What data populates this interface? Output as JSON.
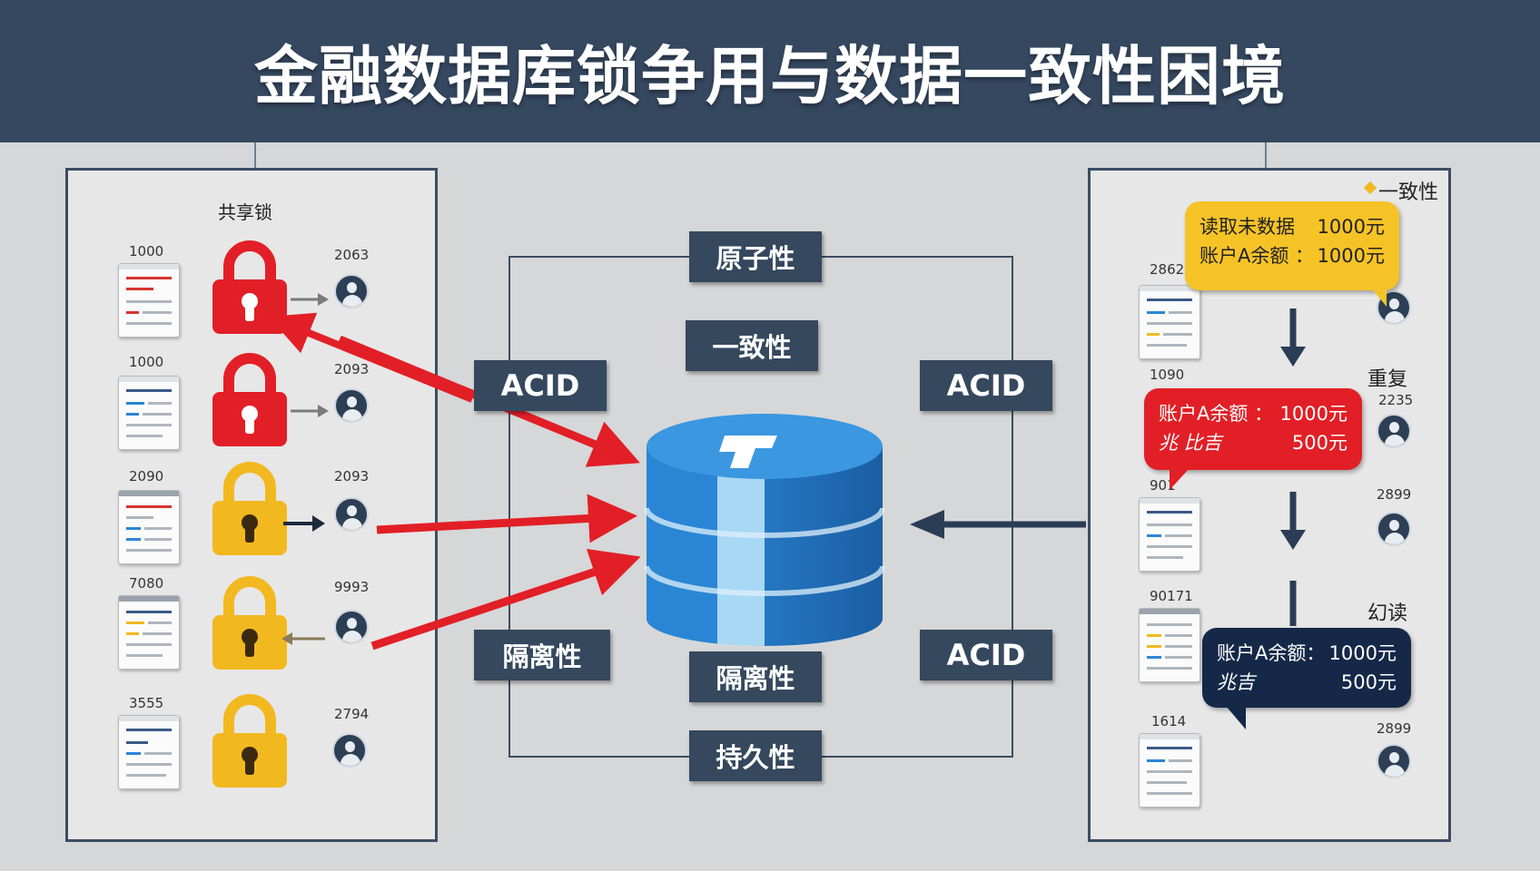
{
  "title": "金融数据库锁争用与数据一致性困境",
  "left_panel": {
    "heading": "共享锁",
    "rows": [
      {
        "doc_label": "1000",
        "lock_color": "red",
        "user_label": "2063"
      },
      {
        "doc_label": "1000",
        "lock_color": "red",
        "user_label": "2093"
      },
      {
        "doc_label": "2090",
        "lock_color": "yellow",
        "user_label": "2093"
      },
      {
        "doc_label": "7080",
        "lock_color": "yellow",
        "user_label": "9993"
      },
      {
        "doc_label": "3555",
        "lock_color": "yellow",
        "user_label": "2794"
      }
    ]
  },
  "center": {
    "tags": {
      "atomicity": "原子性",
      "consistency": "一致性",
      "acid_left_top": "ACID",
      "acid_right_top": "ACID",
      "isolation_left": "隔离性",
      "isolation_center": "隔离性",
      "acid_right_bottom": "ACID",
      "durability": "持久性"
    }
  },
  "right_panel": {
    "corner_label": "一致性",
    "section_repeat": "重复",
    "section_phantom": "幻读",
    "doc_labels": [
      "2862",
      "1090",
      "901",
      "90171",
      "1614"
    ],
    "user_labels": [
      "2235",
      "2899",
      "2899"
    ],
    "bubble_dirty": {
      "line1_label": "读取未数据",
      "line1_value": "1000元",
      "line2_label": "账户A余额 ：",
      "line2_value": "1000元"
    },
    "bubble_repeat": {
      "line1_label": "账户A余额 ：",
      "line1_value": "1000元",
      "line2_label": "兆 比吉",
      "line2_value": "500元"
    },
    "bubble_phantom": {
      "line1_label": "账户A余额：",
      "line1_value": "1000元",
      "line2_label": "兆吉",
      "line2_value": "500元"
    }
  },
  "colors": {
    "header_bg": "#354860",
    "lock_red": "#e21f26",
    "lock_yellow": "#f2b81f",
    "arrow_red": "#e21f26",
    "db_blue": "#2a86d4",
    "tag_bg": "#35485e"
  },
  "icons": [
    "lock-icon",
    "document-icon",
    "user-avatar-icon",
    "database-icon",
    "arrow-icon"
  ]
}
